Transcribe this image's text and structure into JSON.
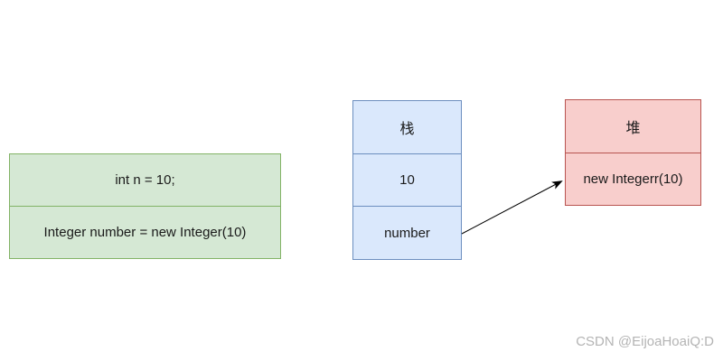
{
  "diagram": {
    "code_block": {
      "rows": [
        "int n = 10;",
        "Integer number = new Integer(10)"
      ],
      "fill": "#d5e8d4",
      "border": "#82b366"
    },
    "stack_table": {
      "header": "栈",
      "cells": [
        "10",
        "number"
      ],
      "fill": "#dae8fc",
      "border": "#6c8ebf"
    },
    "heap_table": {
      "header": "堆",
      "cells": [
        "new Integerr(10)"
      ],
      "fill": "#f8cecc",
      "border": "#b85450"
    },
    "arrow": {
      "from": "number",
      "to": "new Integerr(10)",
      "color": "#000000"
    },
    "watermark": {
      "text": "CSDN @EijoaHoaiQ:D",
      "color": "#b4b4b4"
    }
  }
}
